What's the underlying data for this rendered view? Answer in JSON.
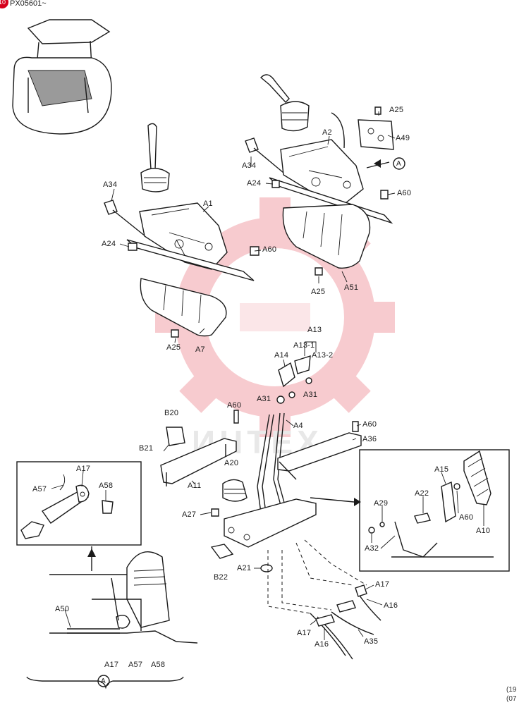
{
  "header": {
    "badge": "10",
    "code": "PX05601~"
  },
  "watermark": "ИНТЕХ",
  "corner_lines": [
    "(19",
    "(07"
  ],
  "colors": {
    "ink": "#1a1a1a",
    "badge": "#d6001c",
    "watermark_gear": "#f3b3b8"
  },
  "labels": {
    "A34_left": "A34",
    "A1": "A1",
    "A24_left": "A24",
    "A60_mid": "A60",
    "A25_left": "A25",
    "A7": "A7",
    "A34_right": "A34",
    "A2": "A2",
    "A24_right": "A24",
    "A25_top": "A25",
    "A49": "A49",
    "A60_right": "A60",
    "A25_right": "A25",
    "A51": "A51",
    "A13": "A13",
    "A13_1": "A13-1",
    "A13_2": "A13-2",
    "A14": "A14",
    "A31_left": "A31",
    "A31_right": "A31",
    "B20": "B20",
    "B21": "B21",
    "A60_lower": "A60",
    "A4": "A4",
    "A11": "A11",
    "A60_lr": "A60",
    "A36": "A36",
    "A20": "A20",
    "A27": "A27",
    "B22": "B22",
    "A21": "A21",
    "A17_cable": "A17",
    "A16_cable": "A16",
    "A17_bottom": "A17",
    "A16_bottom": "A16",
    "A35": "A35",
    "A15": "A15",
    "A22": "A22",
    "A29": "A29",
    "A60_inset": "A60",
    "A32": "A32",
    "A10": "A10",
    "A17_inset": "A17",
    "A57_inset": "A57",
    "A58_inset": "A58",
    "A50": "A50",
    "A17_detail": "A17",
    "A57_detail": "A57",
    "A58_detail": "A58",
    "A_circle": "A",
    "A_circle_bottom": "A"
  }
}
